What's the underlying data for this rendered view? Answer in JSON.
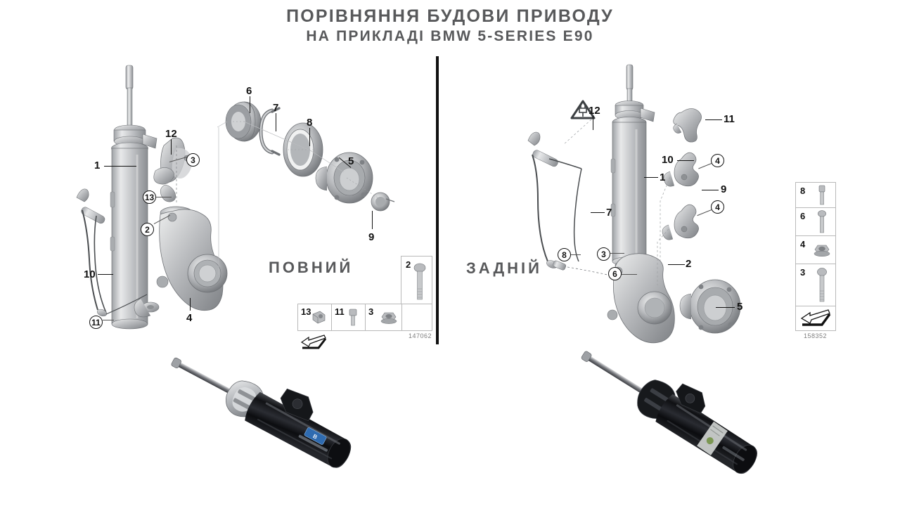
{
  "header": {
    "title_line1": "ПОРІВНЯННЯ БУДОВИ ПРИВОДУ",
    "title_line2": "НА ПРИКЛАДІ BMW 5-SERIES E90",
    "title_color": "#58595b"
  },
  "left_panel": {
    "label": "ПОВНИЙ",
    "reference": "147062",
    "callouts": [
      {
        "id": "l1",
        "text": "1",
        "circled": false
      },
      {
        "id": "l2",
        "text": "2",
        "circled": true
      },
      {
        "id": "l3",
        "text": "3",
        "circled": true
      },
      {
        "id": "l4",
        "text": "4",
        "circled": false
      },
      {
        "id": "l5",
        "text": "5",
        "circled": false
      },
      {
        "id": "l6",
        "text": "6",
        "circled": false
      },
      {
        "id": "l7",
        "text": "7",
        "circled": false
      },
      {
        "id": "l8",
        "text": "8",
        "circled": false
      },
      {
        "id": "l9",
        "text": "9",
        "circled": false
      },
      {
        "id": "l10",
        "text": "10",
        "circled": false
      },
      {
        "id": "l11",
        "text": "11",
        "circled": true
      },
      {
        "id": "l12",
        "text": "12",
        "circled": false
      },
      {
        "id": "l13",
        "text": "13",
        "circled": true
      }
    ],
    "legend_items": [
      "13",
      "11",
      "3"
    ],
    "legend_tall_item": "2"
  },
  "right_panel": {
    "label": "ЗАДНІЙ",
    "reference": "158352",
    "callouts": [
      {
        "id": "r1",
        "text": "1",
        "circled": false
      },
      {
        "id": "r2",
        "text": "2",
        "circled": false
      },
      {
        "id": "r3",
        "text": "3",
        "circled": true
      },
      {
        "id": "r4a",
        "text": "4",
        "circled": true
      },
      {
        "id": "r4b",
        "text": "4",
        "circled": true
      },
      {
        "id": "r5",
        "text": "5",
        "circled": false
      },
      {
        "id": "r6",
        "text": "6",
        "circled": true
      },
      {
        "id": "r7",
        "text": "7",
        "circled": false
      },
      {
        "id": "r8",
        "text": "8",
        "circled": true
      },
      {
        "id": "r9",
        "text": "9",
        "circled": false
      },
      {
        "id": "r10",
        "text": "10",
        "circled": false
      },
      {
        "id": "r11",
        "text": "11",
        "circled": false
      },
      {
        "id": "r12",
        "text": "12",
        "circled": false
      }
    ],
    "legend_items": [
      "8",
      "6",
      "4",
      "3"
    ]
  },
  "colors": {
    "background": "#ffffff",
    "divider": "#111111",
    "text": "#58595b",
    "callout": "#111111",
    "legend_border": "#b9b9b9",
    "metal_light": "#e3e4e6",
    "metal_mid": "#b6b8bb",
    "metal_dark": "#7b7e82",
    "photo_body": "#151517",
    "photo_accent": "#3f6fae"
  }
}
